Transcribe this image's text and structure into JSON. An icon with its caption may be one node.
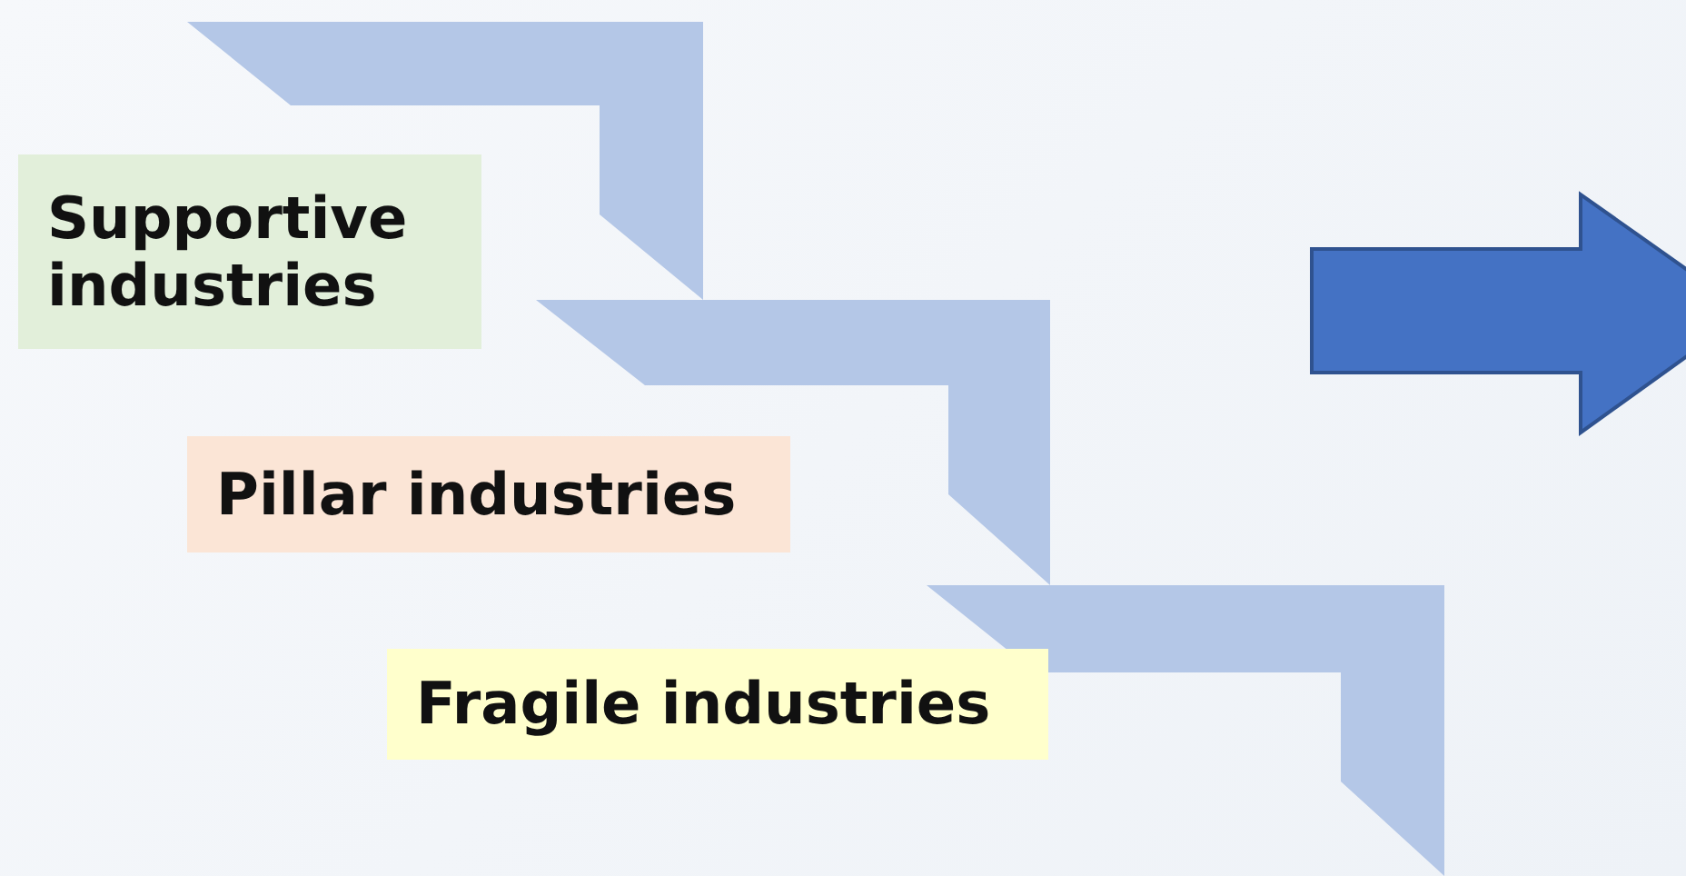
{
  "diagram": {
    "nodes": [
      {
        "text": [
          "Supportive industries"
        ]
      },
      {
        "text": [
          "Pillar industries"
        ]
      },
      {
        "text": [
          "Fragile industries"
        ]
      }
    ]
  }
}
